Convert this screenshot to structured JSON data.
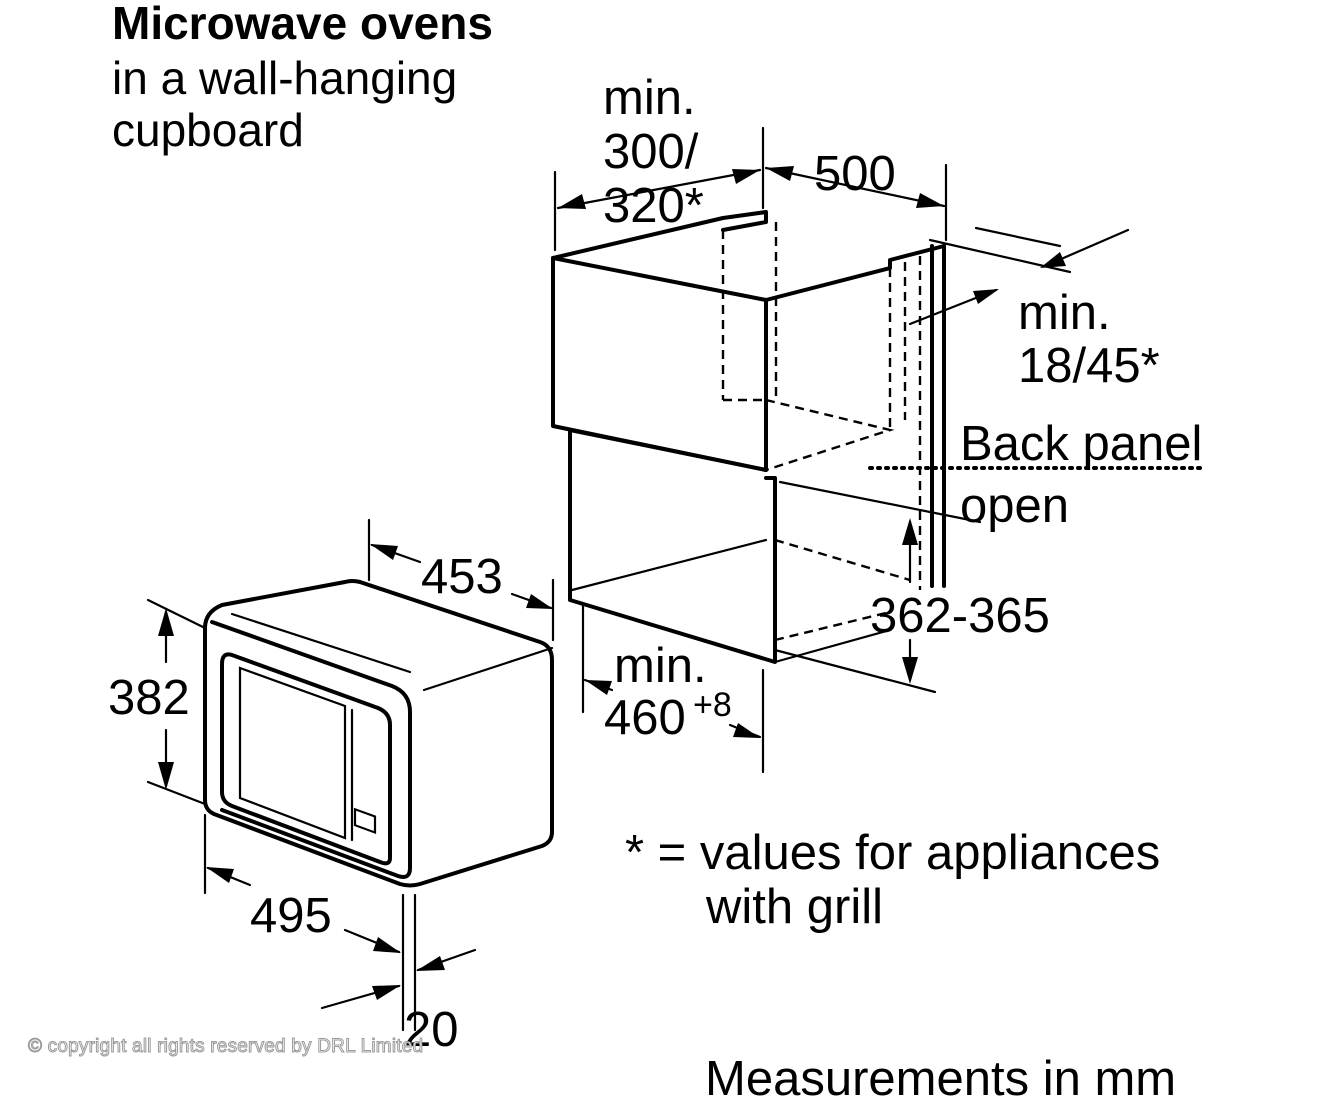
{
  "title": "Microwave ovens",
  "subtitle": [
    "in a wall-hanging",
    "cupboard"
  ],
  "dimensions": {
    "min_label_top": "min.",
    "width_min": "300/",
    "width_grill": "320*",
    "depth": "500",
    "back_gap_min_label": "min.",
    "back_gap_value": "18/45*",
    "back_panel_label": "Back panel",
    "open_label": "open",
    "niche_height": "362-365",
    "niche_min_label": "min.",
    "niche_width": "460",
    "niche_width_tolerance": "+8",
    "oven_depth": "453",
    "oven_height": "382",
    "oven_width": "495",
    "frame_offset": "20"
  },
  "footnote": {
    "line1": "* = values for appliances",
    "line2": "with grill"
  },
  "units_note": "Measurements in mm",
  "watermark": "© copyright all rights reserved by DRL Limited"
}
